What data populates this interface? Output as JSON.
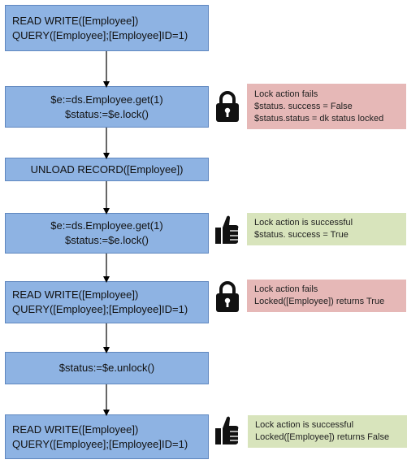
{
  "colors": {
    "step_fill": "#8eb3e3",
    "step_border": "#5f87bf",
    "fail_note": "#e6b8b7",
    "ok_note": "#d8e4bc",
    "icon": "#111111"
  },
  "steps": [
    {
      "lines": [
        "READ WRITE([Employee])",
        "QUERY([Employee];[Employee]ID=1)"
      ]
    },
    {
      "lines": [
        "$e:=ds.Employee.get(1)",
        "$status:=$e.lock()"
      ]
    },
    {
      "lines": [
        "UNLOAD RECORD([Employee])"
      ]
    },
    {
      "lines": [
        "$e:=ds.Employee.get(1)",
        "$status:=$e.lock()"
      ]
    },
    {
      "lines": [
        "READ WRITE([Employee])",
        "QUERY([Employee];[Employee]ID=1)"
      ]
    },
    {
      "lines": [
        "$status:=$e.unlock()"
      ]
    },
    {
      "lines": [
        "READ WRITE([Employee])",
        "QUERY([Employee];[Employee]ID=1)"
      ]
    }
  ],
  "notes": [
    {
      "icon": "lock-icon",
      "status": "fail",
      "lines": [
        "Lock action fails",
        "$status. success = False",
        "$status.status = dk status locked"
      ]
    },
    {
      "icon": "thumbs-up-icon",
      "status": "ok",
      "lines": [
        "Lock action is successful",
        "$status. success = True"
      ]
    },
    {
      "icon": "lock-icon",
      "status": "fail",
      "lines": [
        "Lock action fails",
        "Locked([Employee]) returns True"
      ]
    },
    {
      "icon": "thumbs-up-icon",
      "status": "ok",
      "lines": [
        "Lock action is successful",
        "Locked([Employee]) returns False"
      ]
    }
  ]
}
